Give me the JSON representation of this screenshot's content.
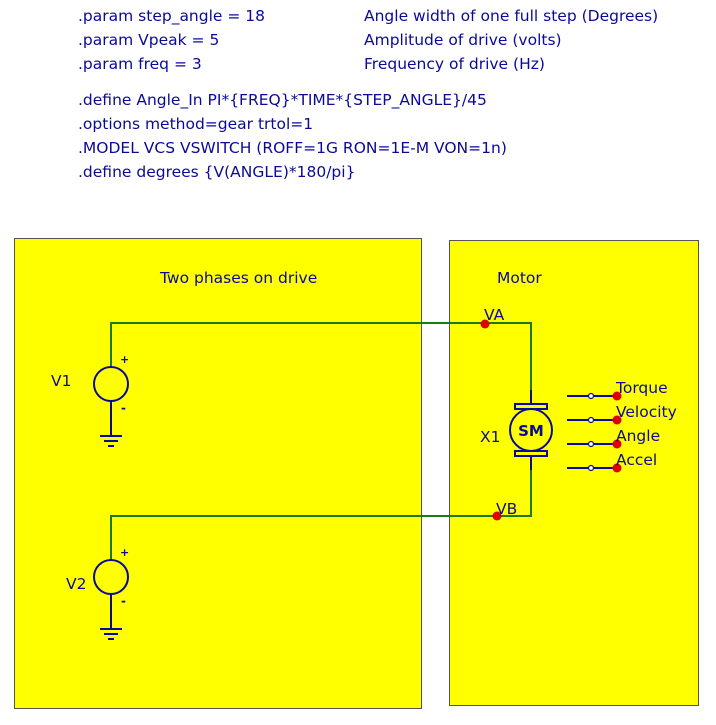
{
  "params": [
    {
      "code": ".param step_angle = 18",
      "comment": "Angle width of one full step (Degrees)"
    },
    {
      "code": ".param Vpeak = 5",
      "comment": "Amplitude of drive (volts)"
    },
    {
      "code": ".param freq = 3",
      "comment": "Frequency of drive (Hz)"
    }
  ],
  "directives": [
    ".define Angle_In PI*{FREQ}*TIME*{STEP_ANGLE}/45",
    ".options method=gear trtol=1",
    ".MODEL VCS VSWITCH (ROFF=1G RON=1E-M VON=1n)",
    ".define degrees {V(ANGLE)*180/pi}"
  ],
  "drive_panel": {
    "title": "Two phases on drive"
  },
  "motor_panel": {
    "title": "Motor"
  },
  "sources": [
    {
      "ref": "V1",
      "plus": "+",
      "minus": "-"
    },
    {
      "ref": "V2",
      "plus": "+",
      "minus": "-"
    }
  ],
  "nodes": {
    "va": "VA",
    "vb": "VB"
  },
  "motor": {
    "ref": "X1",
    "symbol": "SM"
  },
  "outputs": [
    "Torque",
    "Velocity",
    "Angle",
    "Accel"
  ],
  "colors": {
    "text": "#0a0a9a",
    "wire": "#1a7a1a",
    "panel": "#ffff00",
    "probe": "#e00000"
  }
}
